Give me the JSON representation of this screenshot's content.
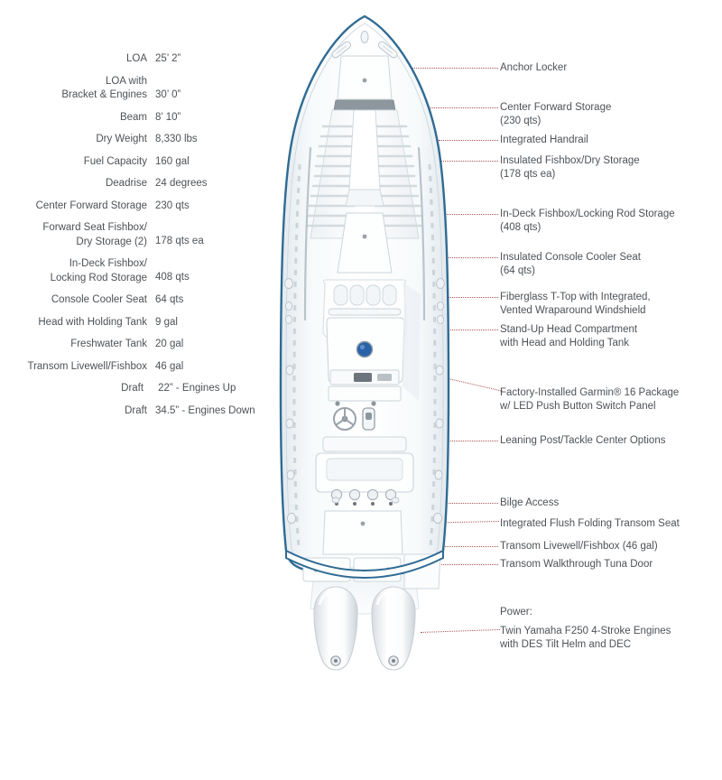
{
  "specs": {
    "rows": [
      {
        "label": "LOA",
        "value": "25’ 2”"
      },
      {
        "label": "LOA with\nBracket & Engines",
        "value": "30’ 0”"
      },
      {
        "label": "Beam",
        "value": "8’ 10”"
      },
      {
        "label": "Dry Weight",
        "value": "8,330 lbs"
      },
      {
        "label": "Fuel Capacity",
        "value": "160 gal"
      },
      {
        "label": "Deadrise",
        "value": "24 degrees"
      },
      {
        "label": "Center Forward Storage",
        "value": "230 qts"
      },
      {
        "label": "Forward Seat Fishbox/\nDry Storage (2)",
        "value": "178 qts ea"
      },
      {
        "label": "In-Deck Fishbox/\nLocking Rod Storage",
        "value": "408 qts"
      },
      {
        "label": "Console Cooler Seat",
        "value": "64 qts"
      },
      {
        "label": "Head with Holding Tank",
        "value": "9 gal"
      },
      {
        "label": "Freshwater Tank",
        "value": "20 gal"
      },
      {
        "label": "Transom Livewell/Fishbox",
        "value": "46 gal"
      },
      {
        "label": "Draft",
        "value": "22” - Engines Up"
      },
      {
        "label": "Draft",
        "value": "34.5” - Engines Down"
      }
    ]
  },
  "callouts": [
    {
      "text": "Anchor Locker"
    },
    {
      "text": "Center Forward Storage\n(230 qts)"
    },
    {
      "text": "Integrated Handrail"
    },
    {
      "text": "Insulated Fishbox/Dry Storage\n(178 qts ea)"
    },
    {
      "text": "In-Deck Fishbox/Locking Rod Storage\n(408 qts)"
    },
    {
      "text": "Insulated Console Cooler Seat\n(64 qts)"
    },
    {
      "text": "Fiberglass T-Top with Integrated,\nVented Wraparound Windshield"
    },
    {
      "text": "Stand-Up Head Compartment\nwith Head and Holding Tank"
    },
    {
      "text": "Factory-Installed Garmin® 16 Package\nw/ LED Push Button Switch Panel"
    },
    {
      "text": "Leaning Post/Tackle Center Options"
    },
    {
      "text": "Bilge Access"
    },
    {
      "text": "Integrated Flush Folding Transom Seat"
    },
    {
      "text": "Transom Livewell/Fishbox (46 gal)"
    },
    {
      "text": "Transom Walkthrough Tuna Door"
    }
  ],
  "power": {
    "heading": "Power:",
    "text": "Twin Yamaha F250 4-Stroke Engines\nwith DES Tilt Helm and DEC"
  },
  "colors": {
    "hull_outline": "#2f6b94",
    "leader_line": "#a8544f",
    "text": "#4d5257",
    "deck_light": "#fbfcfd",
    "deck_shadow": "#e4e9ed",
    "cushion": "#9aa2a8",
    "garmin_blue": "#2a62a8",
    "background": "#ffffff"
  }
}
